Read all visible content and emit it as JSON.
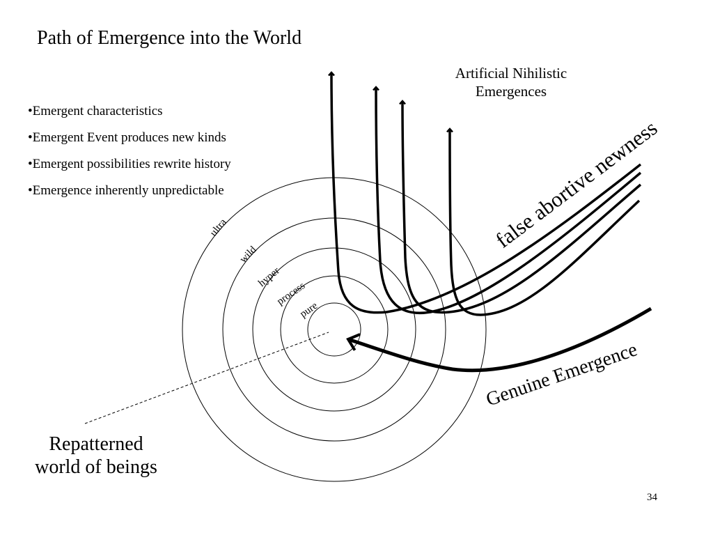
{
  "title": "Path of Emergence into the World",
  "bullets": [
    "•Emergent characteristics",
    "•Emergent Event produces new kinds",
    "•Emergent possibilities rewrite history",
    "•Emergence inherently unpredictable"
  ],
  "rings": {
    "ultra": "ultra",
    "wild": "wild",
    "hyper": "hyper",
    "process": "process",
    "pure": "pure"
  },
  "labels": {
    "artificial_nihilistic": "Artificial Nihilistic Emergences",
    "false_abortive": "false abortive newness",
    "genuine": "Genuine Emergence",
    "repatterned": "Repatterned world of beings"
  },
  "slide_number": "34"
}
